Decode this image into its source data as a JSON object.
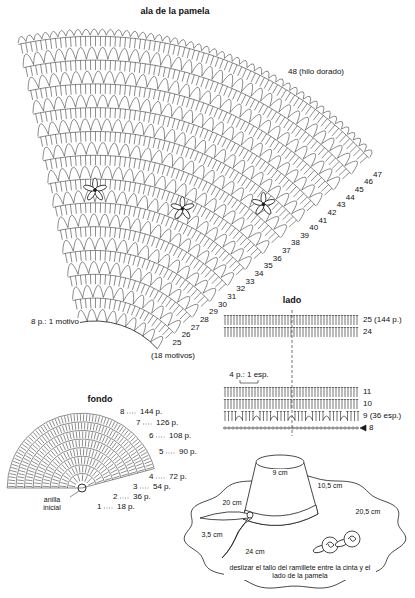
{
  "diagram": {
    "labels": [
      "ala de la pamela",
      "48 (hilo dorado)",
      "47",
      "46",
      "45",
      "44",
      "43",
      "42",
      "41",
      "40",
      "39",
      "38",
      "37",
      "36",
      "35",
      "34",
      "33",
      "32",
      "31",
      "30",
      "29",
      "28",
      "27",
      "26",
      "(18 motivos)",
      "25",
      "8 p.: 1 motivo",
      "lado",
      "25 (144 p.)",
      "24",
      "4 p.: 1 esp.",
      "11",
      "10",
      "9 (36 esp.)",
      "8",
      "fondo",
      "8",
      "144 p.",
      "7",
      "126 p.",
      "6",
      "108 p.",
      "5",
      "90 p.",
      "4",
      "72 p.",
      "3",
      "54 p.",
      "2",
      "36 p.",
      "1",
      "18 p.",
      "anilla inicial",
      "9 cm",
      "20 cm",
      "10,5 cm",
      "20,5 cm",
      "3,5 cm",
      "24 cm",
      "deslizar el tallo del ramillete entre la cinta y el lado de la pamela"
    ]
  }
}
